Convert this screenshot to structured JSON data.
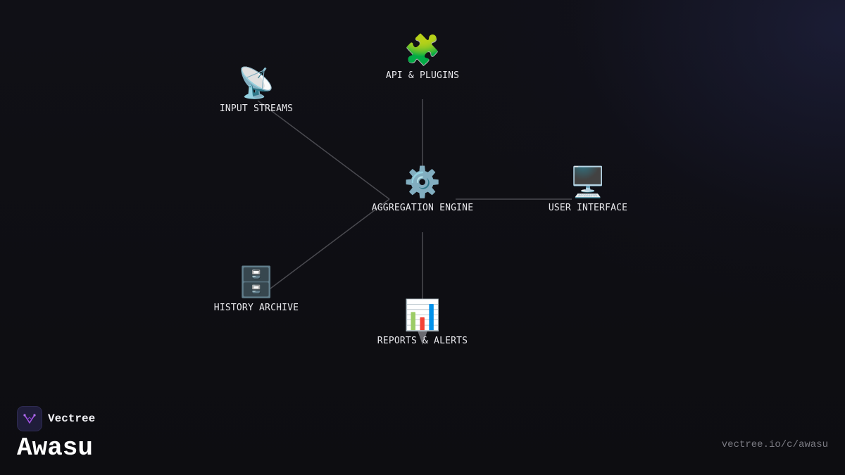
{
  "diagram": {
    "center": {
      "label": "AGGREGATION ENGINE",
      "glyph": "⚙️",
      "icon": "gear-icon"
    },
    "nodes": [
      {
        "id": "api",
        "label": "API & PLUGINS",
        "glyph": "🧩",
        "icon": "puzzle-piece-icon"
      },
      {
        "id": "input",
        "label": "INPUT STREAMS",
        "glyph": "📡",
        "icon": "satellite-dish-icon"
      },
      {
        "id": "ui",
        "label": "USER INTERFACE",
        "glyph": "🖥️",
        "icon": "desktop-computer-icon"
      },
      {
        "id": "archive",
        "label": "HISTORY ARCHIVE",
        "glyph": "🗄️",
        "icon": "file-cabinet-icon"
      },
      {
        "id": "reports",
        "label": "REPORTS & ALERTS",
        "glyph": "📊",
        "icon": "bar-chart-icon"
      }
    ],
    "colors": {
      "link": "#4a4a50",
      "arrow": "#6a6a70"
    }
  },
  "brand": {
    "company": "Vectree",
    "product": "Awasu",
    "url": "vectree.io/c/awasu",
    "accent": "#a050e0"
  }
}
